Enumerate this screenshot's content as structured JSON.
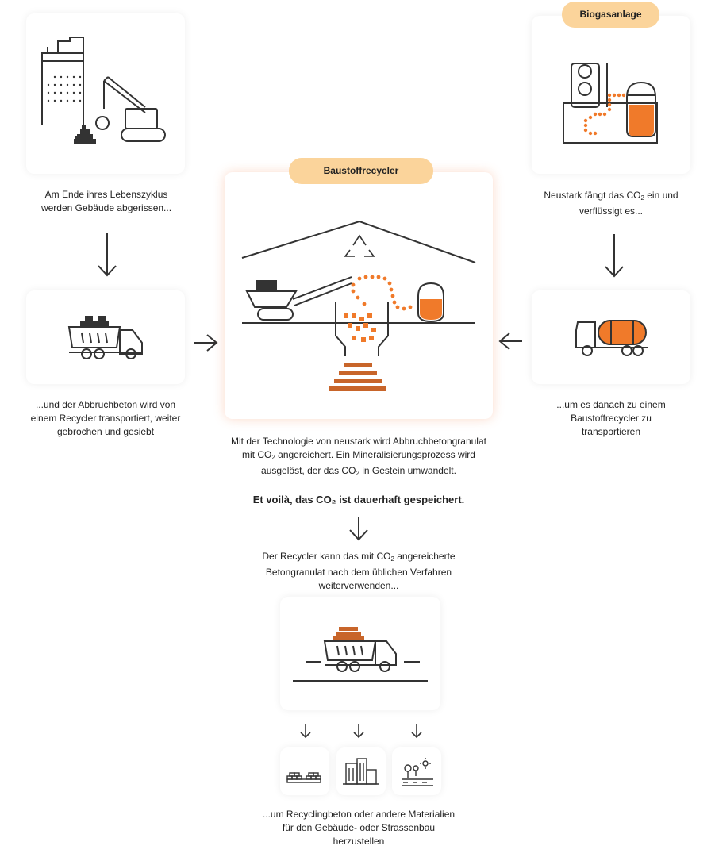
{
  "labels": {
    "biogas": "Biogasanlage",
    "recycler": "Baustoffrecycler"
  },
  "texts": {
    "t1": "Am Ende ihres Lebenszyklus werden Gebäude abgerissen...",
    "t2": "...und der Abbruchbeton wird von einem Recycler transportiert, weiter gebrochen und gesiebt",
    "t3_a": "Neustark fängt das CO",
    "t3_sub": "2",
    "t3_b": " ein und verflüssigt es...",
    "t4": "...um es danach zu einem Baustoffrecycler zu transportieren",
    "t5_a": "Mit der Technologie von neustark wird Abbruchbetongranulat mit CO",
    "t5_sub1": "2",
    "t5_b": " angereichert. Ein Mineralisierungsprozess wird ausgelöst, der das CO",
    "t5_sub2": "2",
    "t5_c": " in Gestein umwandelt.",
    "t6": "Et voilà, das CO₂ ist dauerhaft gespeichert.",
    "t7_a": "Der Recycler kann das mit CO",
    "t7_sub": "2",
    "t7_b": " angereicherte Betongranulat nach dem üblichen Verfahren weiterverwenden...",
    "t8": "...um Recyclingbeton oder andere Materialien für den Gebäude- oder Strassenbau herzustellen"
  },
  "icons": {
    "demolition": "demolition-crane-icon",
    "truck_rubble": "dump-truck-rubble-icon",
    "biogas_plant": "biogas-plant-icon",
    "tanker": "co2-tanker-truck-icon",
    "recycling_plant": "recycling-plant-icon",
    "truck_granulate": "dump-truck-granulate-icon",
    "bricks": "bricks-icon",
    "buildings": "buildings-icon",
    "road": "road-icon"
  },
  "colors": {
    "accent_orange": "#f07a2a",
    "pill": "#fbd49b",
    "line": "#333333"
  }
}
